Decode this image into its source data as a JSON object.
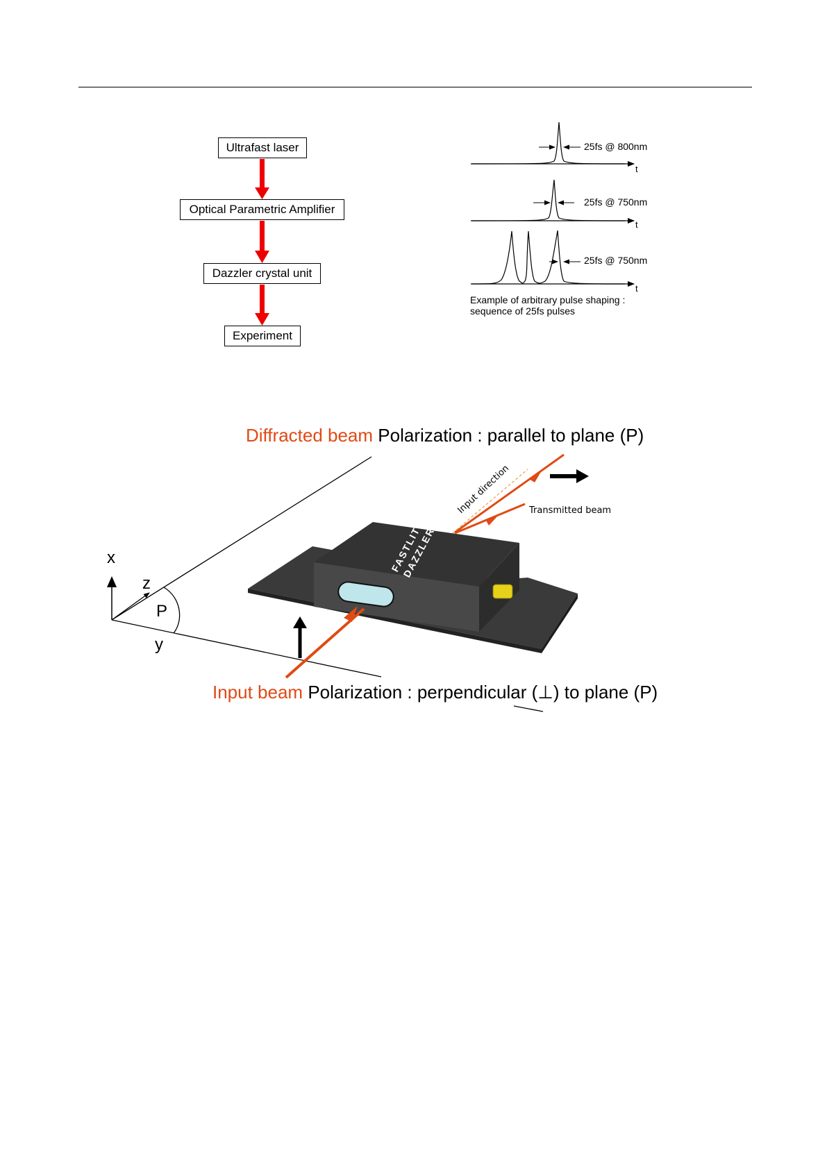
{
  "flowchart": {
    "steps": [
      "Ultrafast laser",
      "Optical Parametric Amplifier",
      "Dazzler crystal unit",
      "Experiment"
    ]
  },
  "pulse_plots": {
    "rows": [
      {
        "label": "25fs @ 800nm",
        "axis": "t"
      },
      {
        "label": "25fs @ 750nm",
        "axis": "t"
      },
      {
        "label": "25fs @ 750nm",
        "axis": "t"
      }
    ],
    "caption_line1": "Example of arbitrary pulse shaping :",
    "caption_line2": "sequence of 25fs pulses"
  },
  "dazzler_diagram": {
    "top_accent": "Diffracted beam",
    "top_rest": " Polarization : parallel to plane (P)",
    "bottom_accent": "Input beam",
    "bottom_rest": " Polarization : perpendicular (⊥) to plane (P)",
    "input_direction": "Input direction",
    "transmitted_beam": "Transmitted beam",
    "device_line1": "FASTLITE",
    "device_line2": "DAZZLER",
    "axis_x": "x",
    "axis_y": "y",
    "axis_z": "z",
    "plane": "P",
    "colors": {
      "beam": "#e04a14",
      "flow_arrow": "#ee0000",
      "device": "#3a3a3a",
      "window": "#bfe6ea",
      "connector": "#e6d21a"
    }
  }
}
